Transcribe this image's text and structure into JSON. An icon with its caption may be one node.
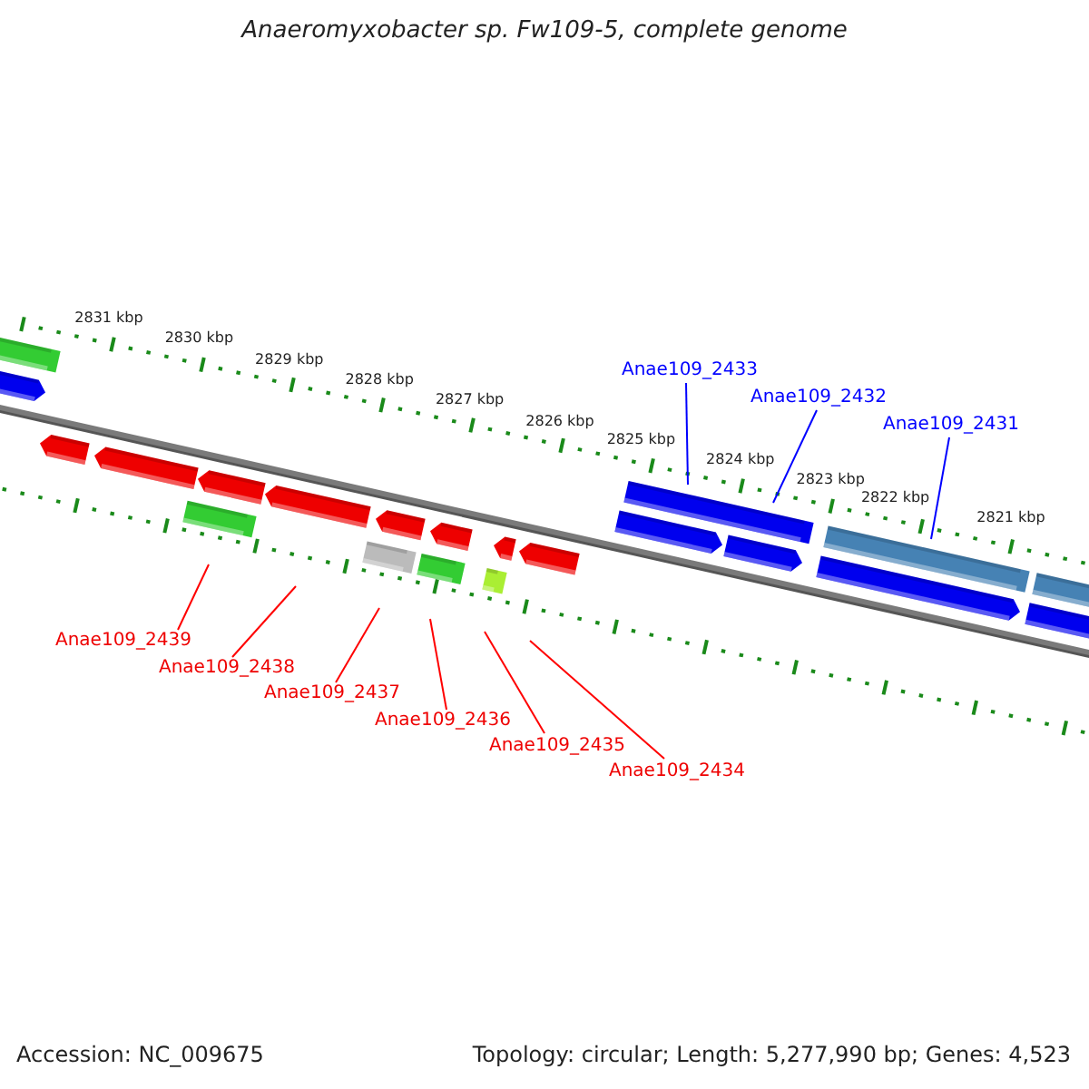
{
  "diagram": {
    "title": "Anaeromyxobacter sp. Fw109-5, complete genome",
    "nodes": [
      {
        "text": [
          "Anae109_2433"
        ]
      },
      {
        "text": [
          "Anae109_2432"
        ]
      },
      {
        "text": [
          "Anae109_2431"
        ]
      },
      {
        "text": [
          "Anae109_2439"
        ]
      },
      {
        "text": [
          "Anae109_2438"
        ]
      },
      {
        "text": [
          "Anae109_2437"
        ]
      },
      {
        "text": [
          "Anae109_2436"
        ]
      },
      {
        "text": [
          "Anae109_2435"
        ]
      },
      {
        "text": [
          "Anae109_2434"
        ]
      }
    ],
    "edges": [
      {
        "from": 0,
        "to": null,
        "arrow": "none",
        "color": "#0000ff"
      },
      {
        "from": 1,
        "to": null,
        "arrow": "none",
        "color": "#0000ff"
      },
      {
        "from": 2,
        "to": null,
        "arrow": "none",
        "color": "#0000ff"
      },
      {
        "from": 3,
        "to": null,
        "arrow": "none"
      },
      {
        "from": 4,
        "to": null,
        "arrow": "none"
      },
      {
        "from": 5,
        "to": null,
        "arrow": "none"
      },
      {
        "from": 6,
        "to": null,
        "arrow": "none"
      },
      {
        "from": 7,
        "to": null,
        "arrow": "none"
      },
      {
        "from": 8,
        "to": null,
        "arrow": "none"
      }
    ],
    "labels": [
      "2831 kbp",
      "2830 kbp",
      "2829 kbp",
      "2828 kbp",
      "2827 kbp",
      "2826 kbp",
      "2825 kbp",
      "2824 kbp",
      "2823 kbp",
      "2822 kbp",
      "2821 kbp",
      "Accession: NC_009675",
      "Topology: circular; Length: 5,277,990 bp; Genes: 4,523"
    ]
  }
}
